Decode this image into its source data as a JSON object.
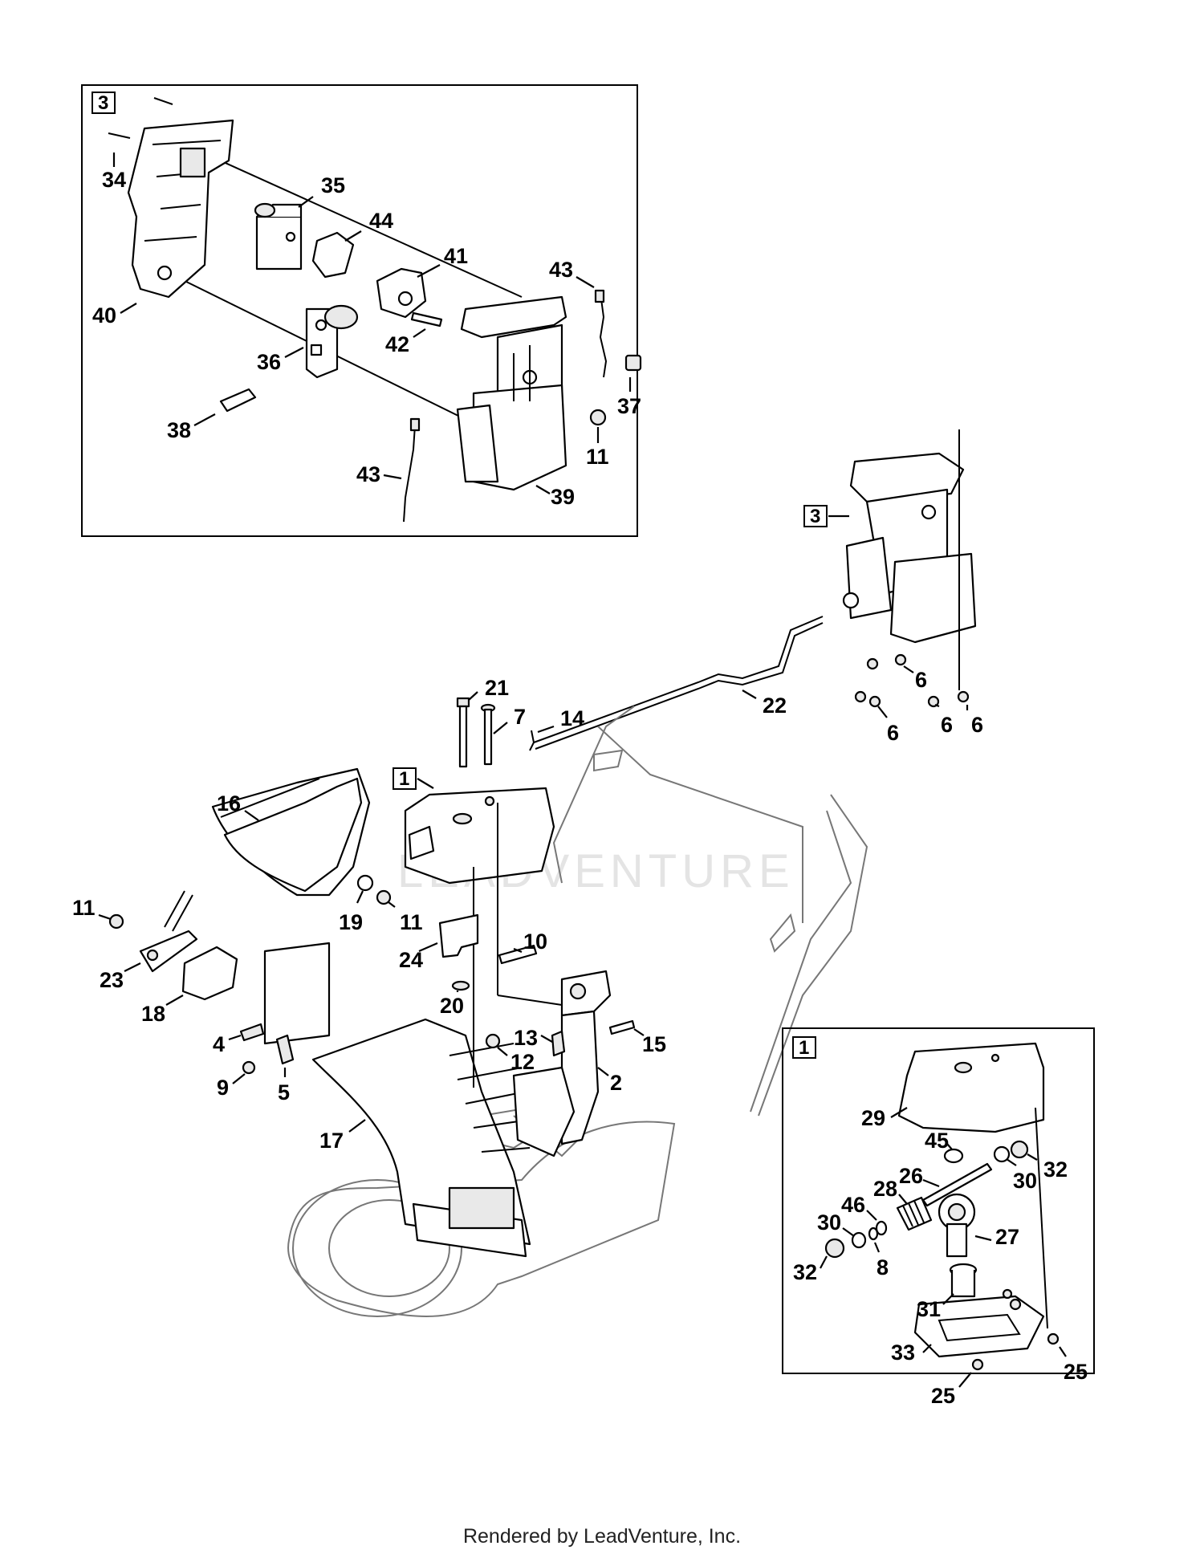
{
  "watermark": "LEADVENTURE",
  "footer": "Rendered by LeadVenture, Inc.",
  "ref_boxes": [
    "3",
    "3",
    "1",
    "1"
  ],
  "callouts": [
    "34",
    "35",
    "44",
    "41",
    "43",
    "40",
    "42",
    "36",
    "37",
    "38",
    "11",
    "43",
    "39",
    "21",
    "7",
    "14",
    "22",
    "6",
    "6",
    "6",
    "6",
    "16",
    "11",
    "19",
    "11",
    "24",
    "10",
    "23",
    "18",
    "20",
    "4",
    "13",
    "15",
    "12",
    "2",
    "9",
    "5",
    "17",
    "29",
    "45",
    "32",
    "26",
    "30",
    "28",
    "46",
    "30",
    "27",
    "8",
    "32",
    "31",
    "33",
    "25",
    "25"
  ]
}
